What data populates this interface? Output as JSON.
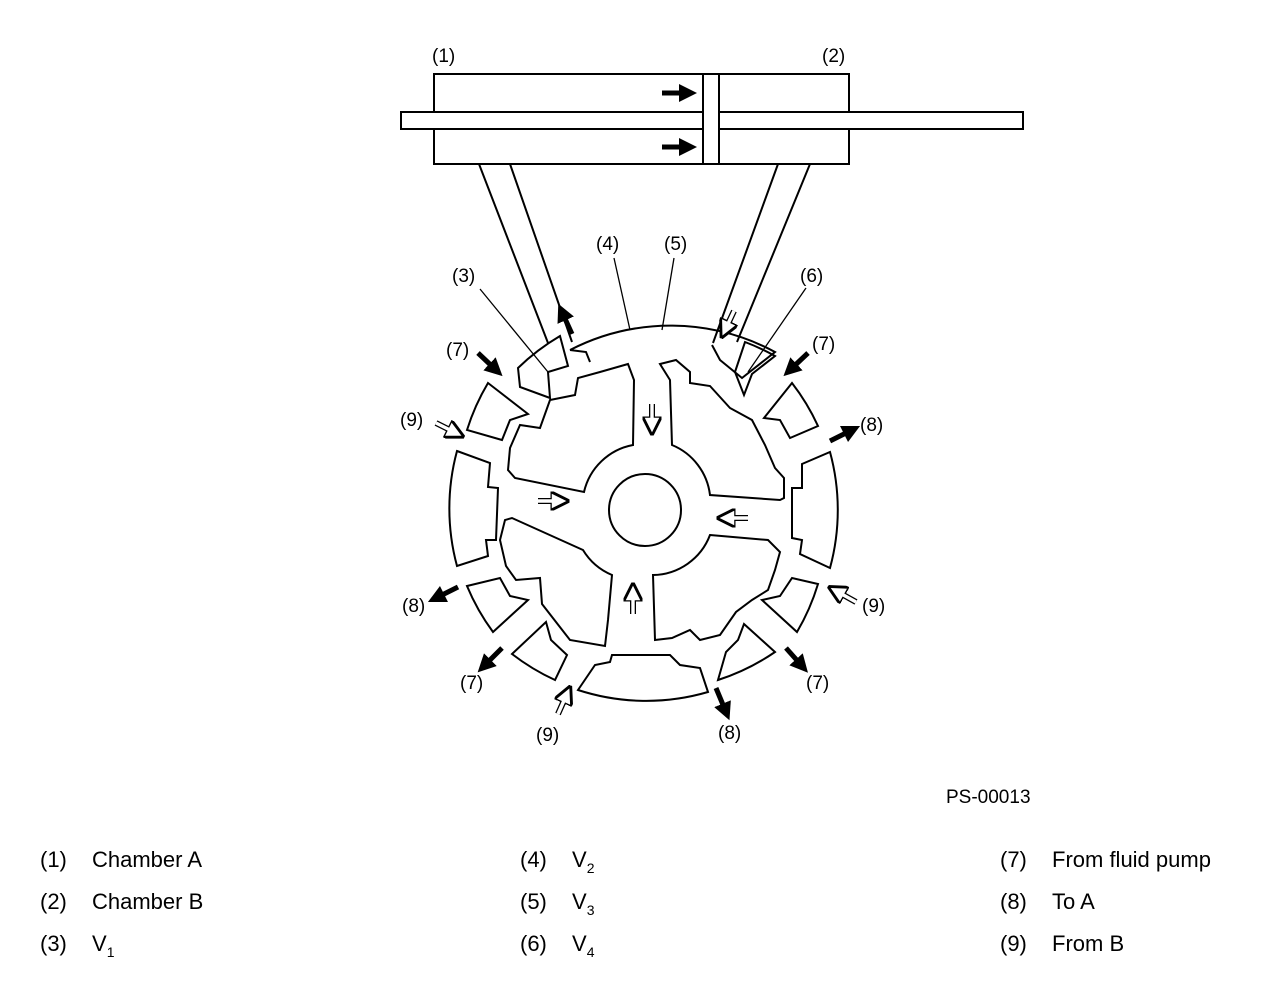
{
  "diagram": {
    "code": "PS-00013",
    "callouts": [
      "(1)",
      "(2)",
      "(3)",
      "(4)",
      "(5)",
      "(6)",
      "(7)",
      "(8)",
      "(9)"
    ]
  },
  "legend": [
    {
      "num": "(1)",
      "text": "Chamber A",
      "sub": ""
    },
    {
      "num": "(2)",
      "text": "Chamber B",
      "sub": ""
    },
    {
      "num": "(3)",
      "text": "V",
      "sub": "1"
    },
    {
      "num": "(4)",
      "text": "V",
      "sub": "2"
    },
    {
      "num": "(5)",
      "text": "V",
      "sub": "3"
    },
    {
      "num": "(6)",
      "text": "V",
      "sub": "4"
    },
    {
      "num": "(7)",
      "text": "From fluid pump",
      "sub": ""
    },
    {
      "num": "(8)",
      "text": "To A",
      "sub": ""
    },
    {
      "num": "(9)",
      "text": "From B",
      "sub": ""
    }
  ]
}
